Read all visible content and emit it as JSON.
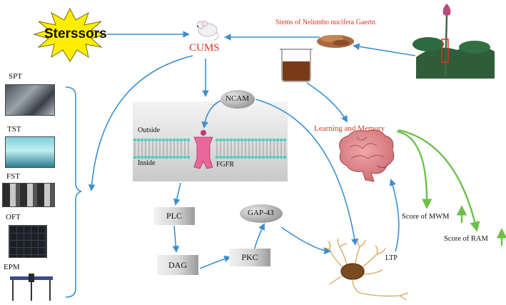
{
  "stressors": "Sterssors",
  "cums": "CUMS",
  "source": "Stems of Nelumbo nucifera Gaertn",
  "learning_memory": "Learning and Memory",
  "membrane": {
    "outside": "Outside",
    "inside": "Inside",
    "receptor": "FGFR"
  },
  "ncam": "NCAM",
  "pathway": {
    "plc": "PLC",
    "dag": "DAG",
    "pkc": "PKC",
    "gap43": "GAP-43"
  },
  "ltp": "LTP",
  "scores": {
    "mwm": "Score of MWM",
    "ram": "Score of RAM"
  },
  "tests": [
    "SPT",
    "TST",
    "FST",
    "OFT",
    "EPM"
  ],
  "colors": {
    "arrow_blue": "#3c8fcf",
    "arrow_green": "#6cc04a",
    "label_red": "#e0301e",
    "star_yellow": "#ffee00",
    "membrane_teal": "#5cc8c0",
    "receptor_pink": "#e8689a"
  }
}
